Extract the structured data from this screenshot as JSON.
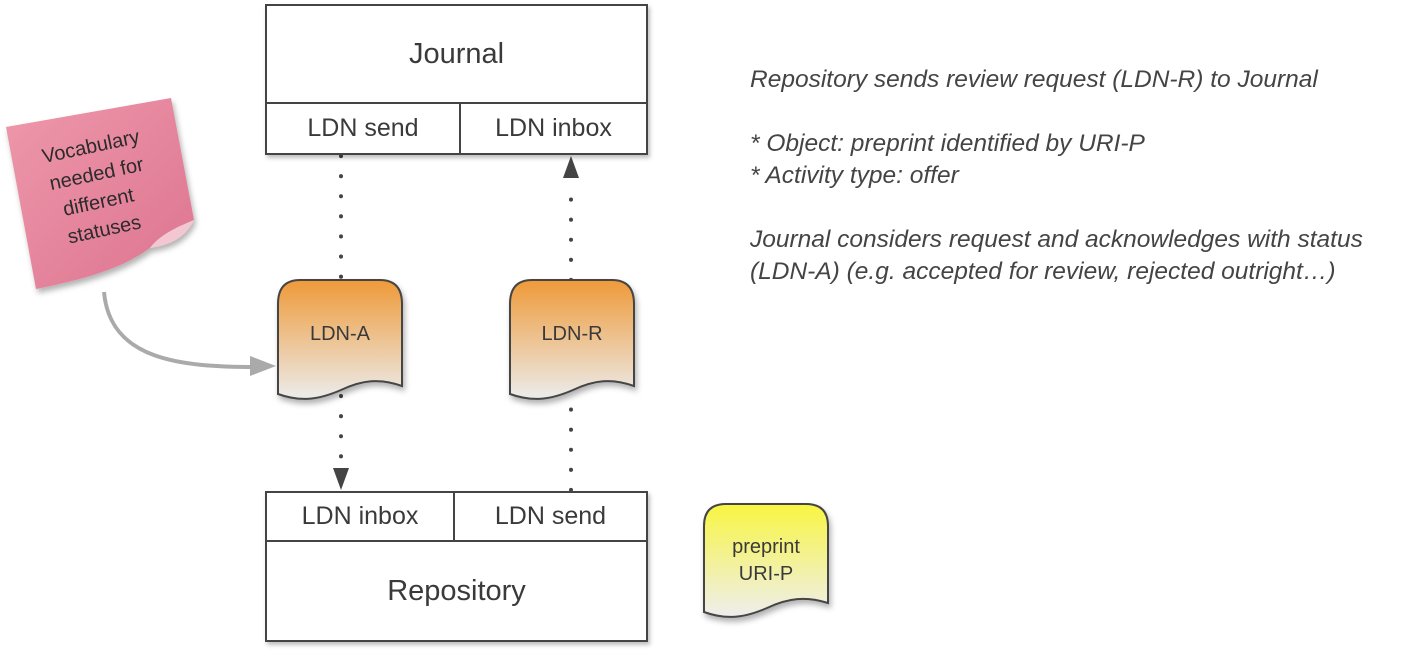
{
  "journal": {
    "title": "Journal",
    "send_label": "LDN send",
    "inbox_label": "LDN inbox"
  },
  "repository": {
    "title": "Repository",
    "inbox_label": "LDN inbox",
    "send_label": "LDN send"
  },
  "messages": {
    "ack": "LDN-A",
    "request": "LDN-R"
  },
  "preprint": {
    "line1": "preprint",
    "line2": "URI-P"
  },
  "sticky_note": {
    "lines": [
      "Vocabulary",
      "needed for",
      "different",
      "statuses"
    ]
  },
  "notes": {
    "para1": "Repository sends review request (LDN-R) to Journal",
    "bullet1": "* Object: preprint identified by URI-P",
    "bullet2": "* Activity type: offer",
    "para2": "Journal considers request and acknowledges with status (LDN-A) (e.g. accepted for review, rejected outright…)"
  },
  "colors": {
    "message_top": "#ee9a38",
    "message_bottom": "#ececec",
    "preprint_top": "#f8f542",
    "sticky": "#e47f97",
    "line": "#444444"
  }
}
